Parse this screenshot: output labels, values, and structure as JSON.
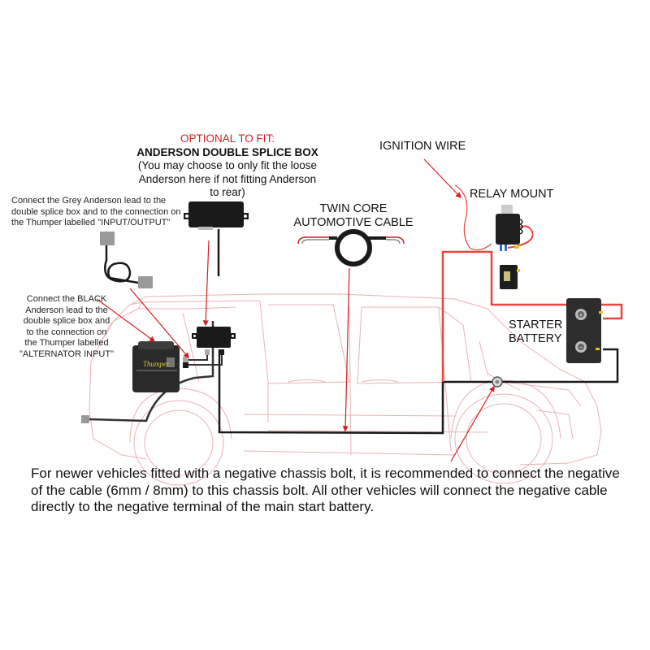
{
  "optional_box": {
    "heading": "OPTIONAL TO FIT:",
    "title": "ANDERSON DOUBLE SPLICE BOX",
    "lines": [
      "(You may choose to only fit the loose",
      "Anderson here if not fitting Anderson",
      "to rear)"
    ]
  },
  "grey_anderson_note": {
    "lines": [
      "Connect the Grey Anderson lead to the",
      "double splice box and to the connection on",
      "the Thumper labelled \"INPUT/OUTPUT\""
    ]
  },
  "black_anderson_note": {
    "lines": [
      "Connect the BLACK",
      "Anderson lead to the",
      "double splice box and",
      "to the connection on",
      "the Thumper labelled",
      "\"ALTERNATOR INPUT\""
    ]
  },
  "twin_core": {
    "lines": [
      "TWIN CORE",
      "AUTOMOTIVE CABLE"
    ]
  },
  "ignition_wire": "IGNITION WIRE",
  "relay_mount": "RELAY MOUNT",
  "starter_battery": {
    "lines": [
      "STARTER",
      "BATTERY"
    ]
  },
  "thumper_brand": "Thumper",
  "footer_note": "For newer vehicles fitted with a negative chassis bolt, it is recommended to connect the negative of the cable (6mm / 8mm) to this chassis bolt. All other vehicles will connect the negative cable directly to the negative terminal of the main start battery.",
  "colors": {
    "accent_red": "#d21f26",
    "car_outline": "#eab3b5",
    "cable_black": "#1a1a1a",
    "cable_red": "#e8463f"
  }
}
